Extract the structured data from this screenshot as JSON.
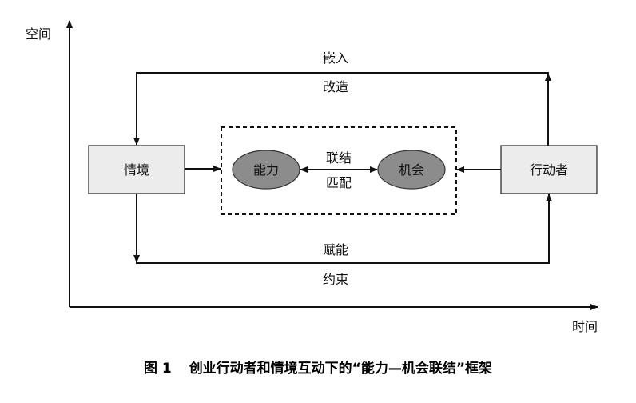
{
  "axes": {
    "y_label": "空间",
    "x_label": "时间"
  },
  "nodes": {
    "situation": "情境",
    "actor": "行动者",
    "capability": "能力",
    "opportunity": "机会"
  },
  "edges": {
    "embed": "嵌入",
    "transform": "改造",
    "link": "联结",
    "match": "匹配",
    "empower": "赋能",
    "constrain": "约束"
  },
  "caption": {
    "number": "图 1",
    "text": "创业行动者和情境互动下的“能力—机会联结”框架"
  }
}
